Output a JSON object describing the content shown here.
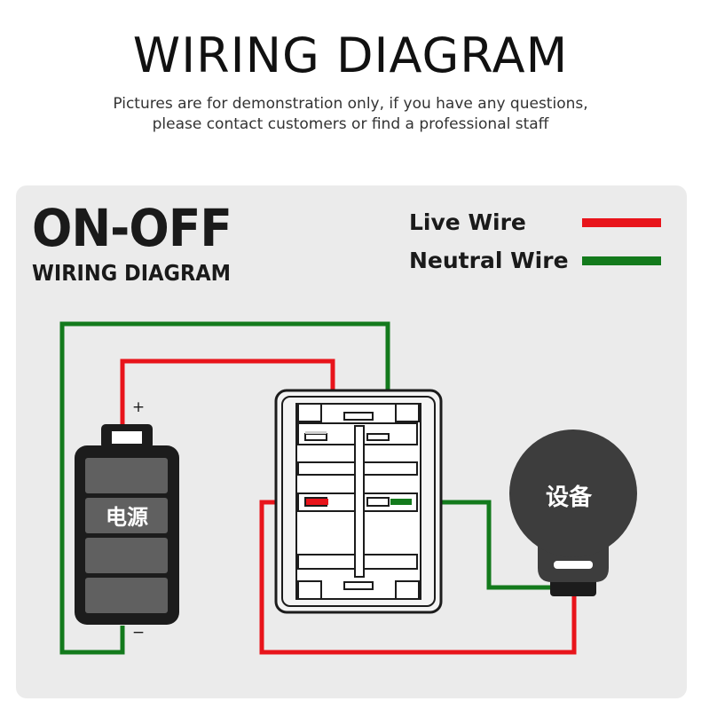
{
  "header": {
    "title": "WIRING DIAGRAM",
    "subtitle_line1": "Pictures are for demonstration only, if you have any questions,",
    "subtitle_line2": "please contact customers or find a professional staff"
  },
  "diagram": {
    "title": "ON-OFF",
    "subtitle": "WIRING DIAGRAM",
    "legend": [
      {
        "label": "Live Wire",
        "color": "#e8141b"
      },
      {
        "label": "Neutral Wire",
        "color": "#137a1c"
      }
    ],
    "battery": {
      "label": "电源",
      "plus_sign": "+",
      "minus_sign": "−"
    },
    "device": {
      "label": "设备"
    }
  }
}
